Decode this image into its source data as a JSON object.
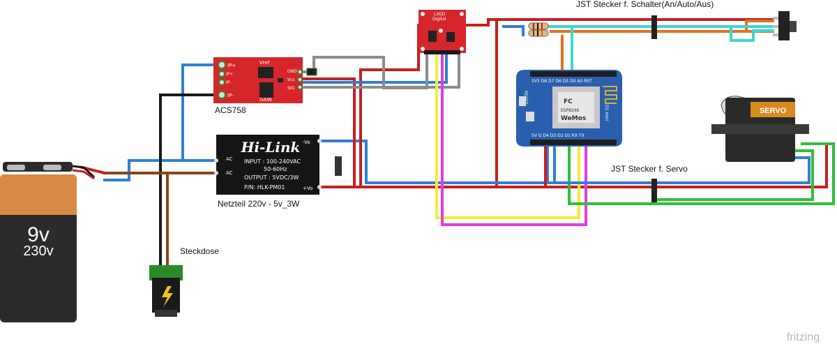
{
  "labels": {
    "acs": "ACS758",
    "netzteil": "Netzteil 220v - 5v_3W",
    "steckdose": "Steckdose",
    "jst_schalter": "JST Stecker f. Schalter(An/Auto/Aus)",
    "jst_servo": "JST Stecker f. Servo",
    "fritzing": "fritzing"
  },
  "battery": {
    "big": "9v",
    "small": "230v"
  },
  "hilink": {
    "logo": "Hi-Link",
    "input": "INPUT : 100-240VAC",
    "freq": "50-60Hz",
    "output": "OUTPUT : 5VDC/3W",
    "pn": "P/N: HLK-PM01",
    "ac1": "AC",
    "ac2": "AC",
    "vo_minus": "-Vo",
    "vo_plus": "+Vo"
  },
  "acs_board": {
    "ip_plus": "IP+",
    "ip_minus": "IP-",
    "ip_plus2": "IP+",
    "ip_minus2": "IP-",
    "vref": "Vref",
    "gain": "GAIN",
    "gnd": "GND",
    "vcc": "Vcc",
    "sig": "SIG"
  },
  "l3gd": {
    "title": "L3GD",
    "subtitle": "Digital"
  },
  "wemos": {
    "top_pins": "3V3 D8 D7 D6 D5 D0 A0 RST",
    "bottom_pins": "5V G D4 D3 D2 D1 RX TX",
    "reset": "RESET",
    "brand": "WeMos",
    "model": "D1 mini",
    "fc": "FC",
    "chip": "ESP8266"
  },
  "servo": {
    "label": "SERVO"
  },
  "colors": {
    "red": "#c81e1e",
    "blue": "#2f7fd6",
    "black": "#1a1a1a",
    "brown": "#8b4513",
    "orange": "#e0731f",
    "cyan": "#3fd6d0",
    "yellow": "#f2ec3a",
    "magenta": "#e83ae0",
    "green": "#2fbf3a",
    "gray": "#8c8c8c",
    "board_red": "#d6262c",
    "wemos_blue": "#2a5fb0",
    "hilink_black": "#151515"
  },
  "icons": [
    "battery-icon",
    "power-socket-icon",
    "servo-icon",
    "toggle-switch-icon",
    "resistor-icon"
  ]
}
